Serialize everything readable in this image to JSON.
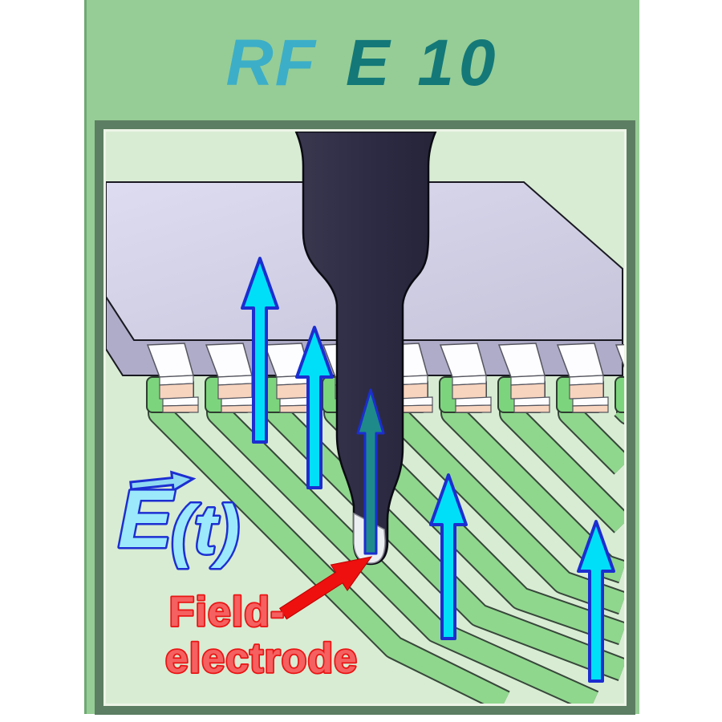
{
  "title": {
    "prefix": "RF",
    "model": "E 10"
  },
  "labels": {
    "field_vector_symbol": "E",
    "field_vector_suffix": "(t)",
    "electrode_line1": "Field-",
    "electrode_line2": "electrode"
  },
  "icons": {
    "field-arrow-icon": "upward cyan arrow = electric field line",
    "probe-field-arrow-icon": "upward teal arrow on probe axis",
    "e-vector-arrow-icon": "small right arrow marking vector over E",
    "pointer-arrow-icon": "red arrow pointing to probe tip electrode"
  },
  "colors": {
    "panel_green": "#96cd96",
    "board_light_green": "#d8ecd3",
    "trace_green": "#8fd78d",
    "pad_green": "#7cd57c",
    "chip_lavender": "#cfcde2",
    "chip_side_lavender": "#aeacc8",
    "probe_navy": "#2d2b44",
    "probe_tip_white": "#eceff1",
    "arrow_cyan": "#00dff8",
    "arrow_outline_blue": "#1b2ed0",
    "probe_arrow_teal": "#1e8a8a",
    "label_red": "#ee1010",
    "title_prefix_color": "#3caec8",
    "title_model_color": "#147878",
    "box_border_green": "#5c7e62"
  }
}
